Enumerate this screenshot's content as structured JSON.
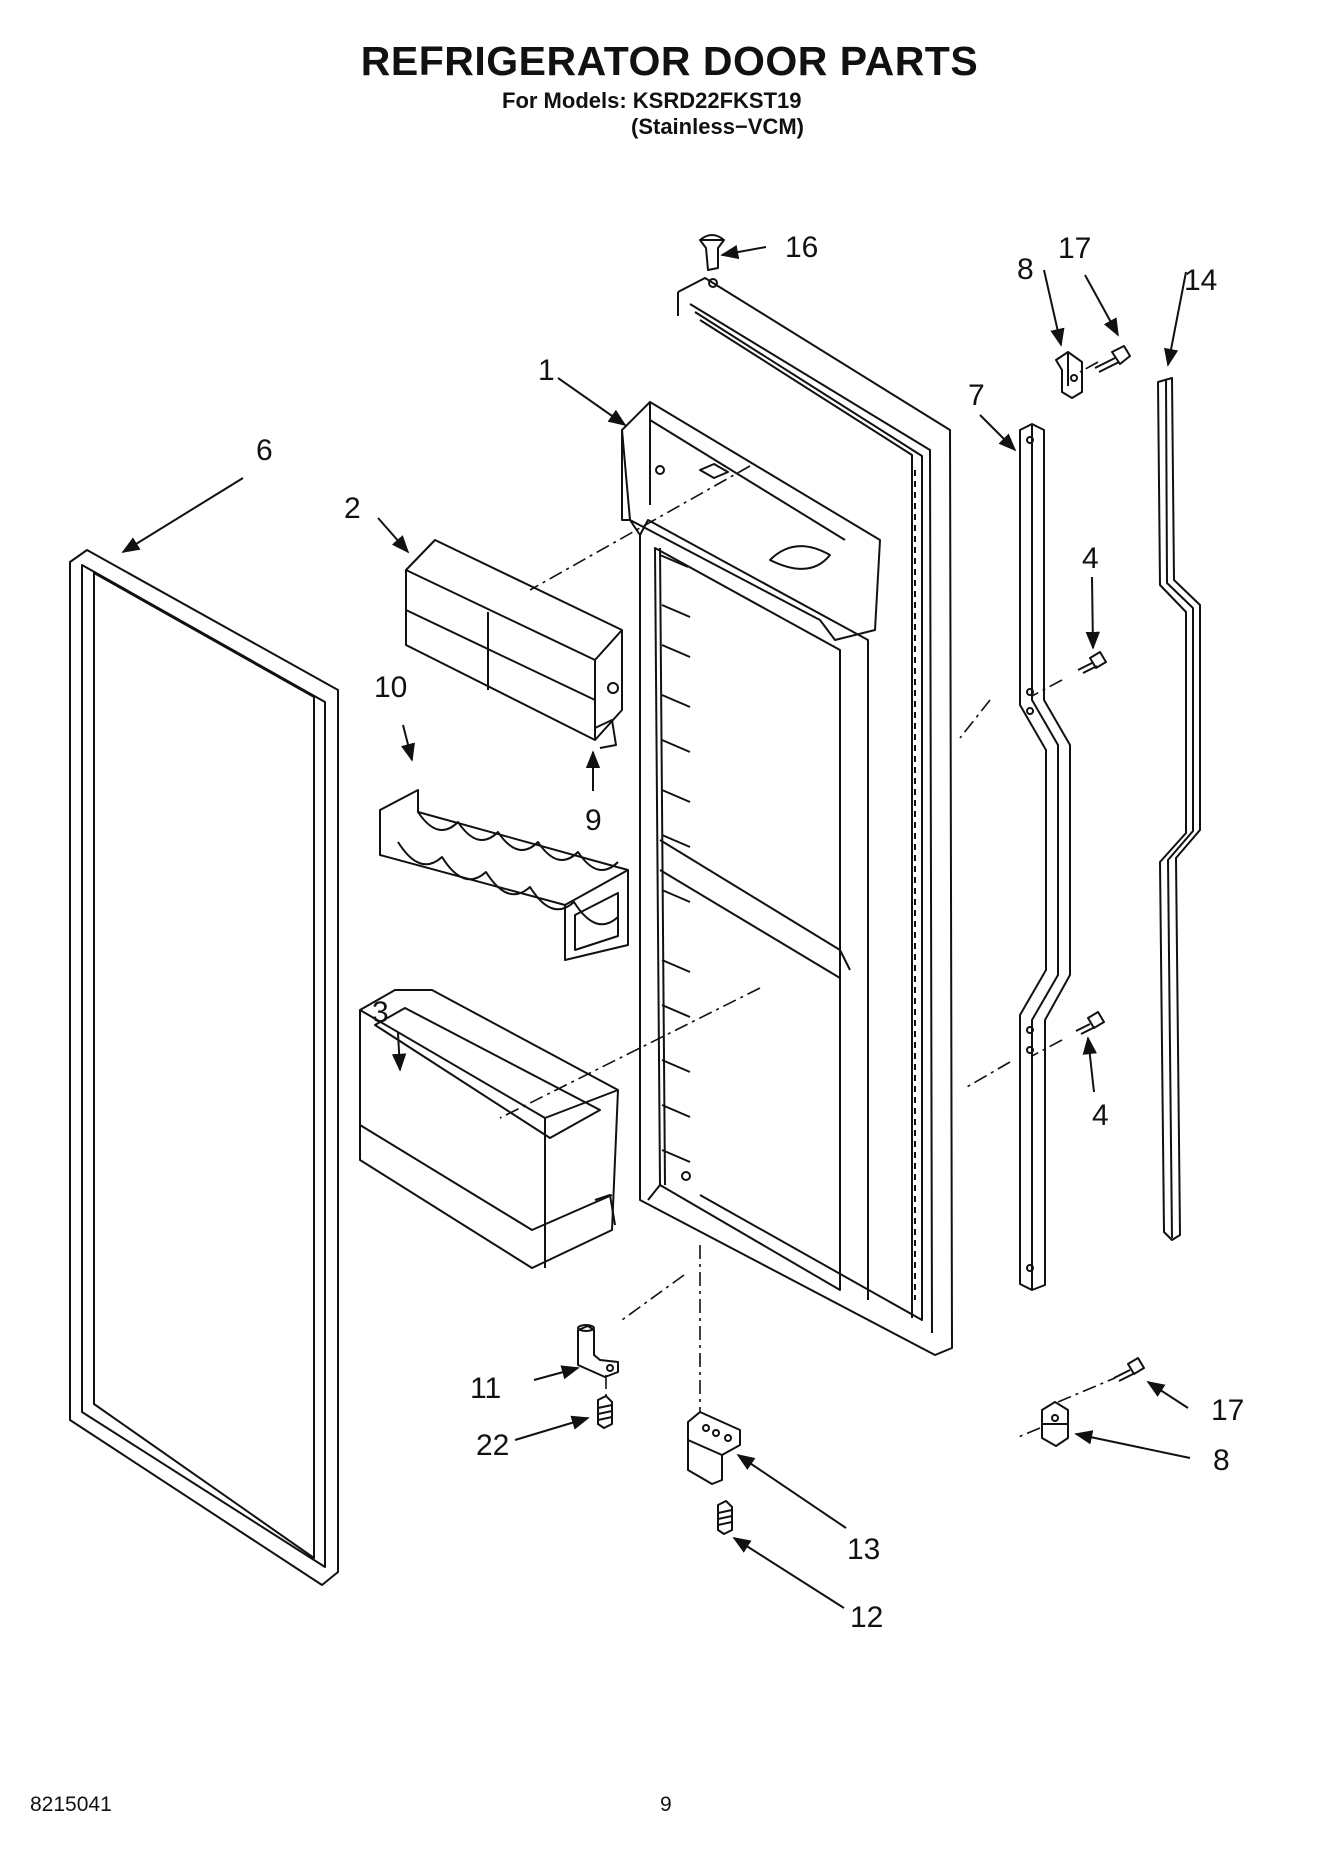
{
  "header": {
    "title": "REFRIGERATOR DOOR PARTS",
    "models_label": "For Models:",
    "model_number": "KSRD22FKST19",
    "model_variant": "(Stainless−VCM)"
  },
  "callouts": {
    "c1": "1",
    "c2": "2",
    "c3": "3",
    "c4a": "4",
    "c4b": "4",
    "c6": "6",
    "c7": "7",
    "c8a": "8",
    "c8b": "8",
    "c9": "9",
    "c10": "10",
    "c11": "11",
    "c12": "12",
    "c13": "13",
    "c14": "14",
    "c16": "16",
    "c17a": "17",
    "c17b": "17",
    "c22": "22"
  },
  "footer": {
    "doc_number": "8215041",
    "page_number": "9"
  }
}
